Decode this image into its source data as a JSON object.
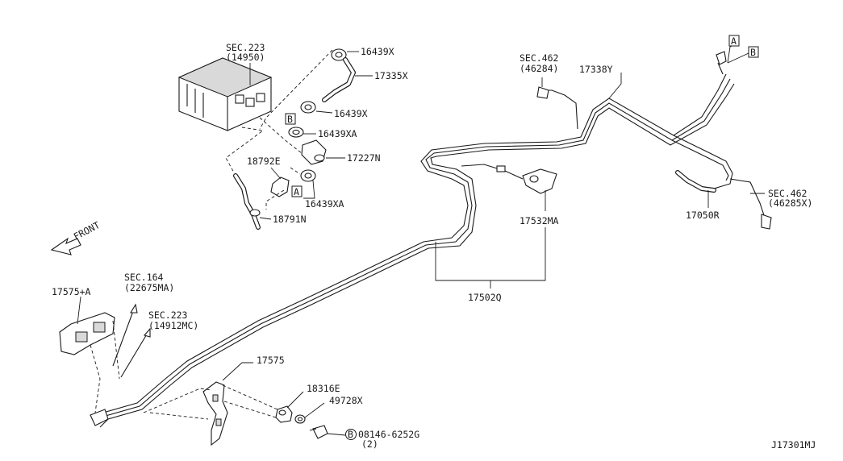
{
  "callouts": {
    "sec223_top": "SEC.223",
    "sec223_top_sub": "(14950)",
    "p16439x_top": "16439X",
    "p17335x": "17335X",
    "p16439x_mid": "16439X",
    "p16439xa_top": "16439XA",
    "p17227n": "17227N",
    "p18792e": "18792E",
    "p16439xa_bot": "16439XA",
    "p18791n": "18791N",
    "sec462_top": "SEC.462",
    "sec462_top_sub": "(46284)",
    "p17338y": "17338Y",
    "p17532ma": "17532MA",
    "p17050r": "17050R",
    "sec462_right": "SEC.462",
    "sec462_right_sub": "(46285X)",
    "p17502q": "17502Q",
    "p17575a": "17575+A",
    "sec164": "SEC.164",
    "sec164_sub": "(22675MA)",
    "sec223_left": "SEC.223",
    "sec223_left_sub": "(14912MC)",
    "p17575": "17575",
    "p18316e": "18316E",
    "p49728x": "49728X",
    "bolt_num": "08146-6252G",
    "bolt_qty": "(2)",
    "front": "FRONT",
    "diagram_id": "J17301MJ"
  },
  "refs": {
    "a": "A",
    "b": "B",
    "bolt": "B"
  }
}
